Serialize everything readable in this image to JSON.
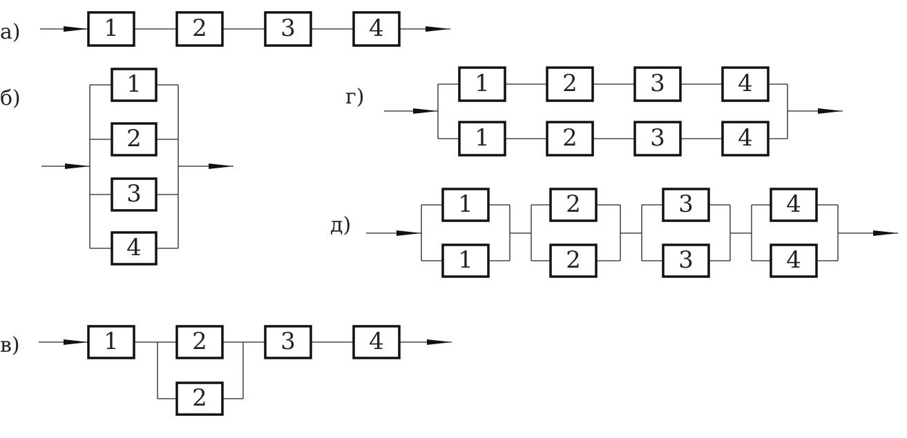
{
  "diagrams": {
    "a": {
      "label": "а)",
      "blocks": [
        "1",
        "2",
        "3",
        "4"
      ]
    },
    "b": {
      "label": "б)",
      "blocks": [
        "1",
        "2",
        "3",
        "4"
      ]
    },
    "v": {
      "label": "в)",
      "blocks": [
        "1",
        "2",
        "2",
        "3",
        "4"
      ]
    },
    "g": {
      "label": "г)",
      "top": [
        "1",
        "2",
        "3",
        "4"
      ],
      "bottom": [
        "1",
        "2",
        "3",
        "4"
      ]
    },
    "d": {
      "label": "д)",
      "top": [
        "1",
        "2",
        "3",
        "4"
      ],
      "bottom": [
        "1",
        "2",
        "3",
        "4"
      ]
    }
  }
}
